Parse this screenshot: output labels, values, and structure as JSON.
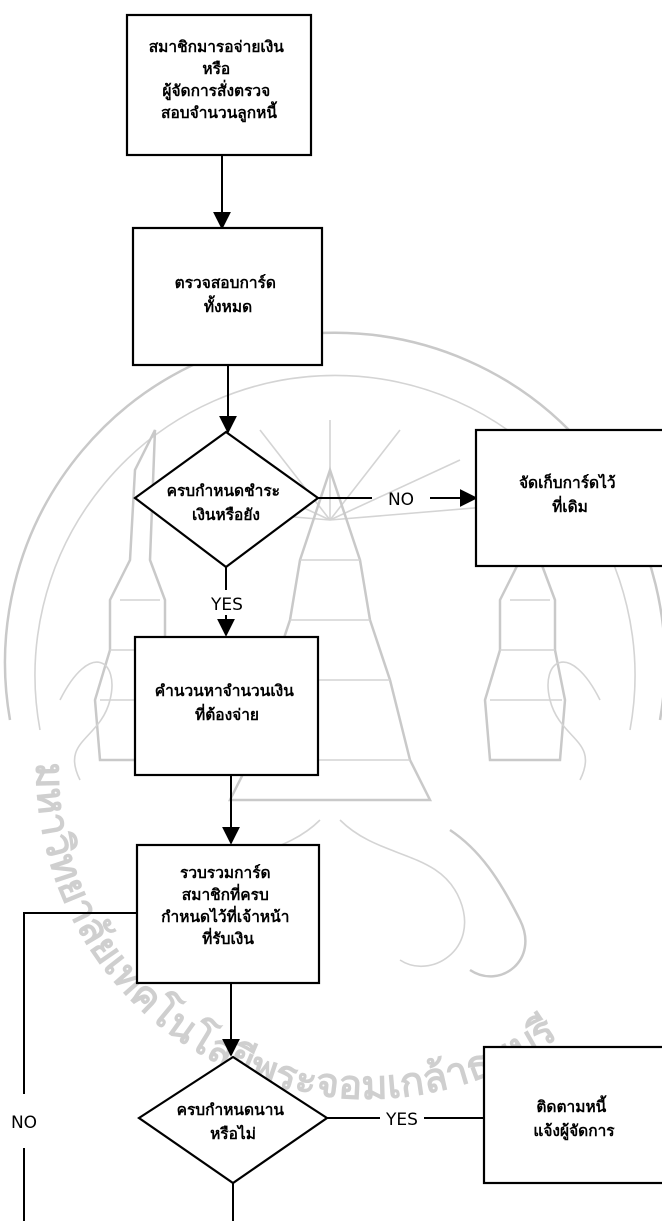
{
  "flowchart": {
    "start_box": [
      "สมาชิกมารอจ่ายเงิน",
      "หรือ",
      "ผู้จัดการสั่งตรวจ",
      "สอบจำนวนลูกหนี้"
    ],
    "check_cards": [
      "ตรวจสอบการ์ด",
      "ทั้งหมด"
    ],
    "decision_due": [
      "ครบกำหนดชำระ",
      "เงินหรือยัง"
    ],
    "store_card": [
      "จัดเก็บการ์ดไว้",
      "ที่เดิม"
    ],
    "calc_amount": [
      "คำนวนหาจำนวนเงิน",
      "ที่ต้องจ่าย"
    ],
    "collect_cards": [
      "รวบรวมการ์ด",
      "สมาชิกที่ครบ",
      "กำหนดไว้ที่เจ้าหน้า",
      "ที่รับเงิน"
    ],
    "decision_long": [
      "ครบกำหนดนาน",
      "หรือไม่"
    ],
    "follow_up": [
      "ติดตามหนี้",
      "แจ้งผู้จัดการ"
    ],
    "edge_no_1": "NO",
    "edge_yes_1": "YES",
    "edge_yes_2": "YES",
    "edge_no_2": "NO"
  },
  "watermark_text": "มหาวิทยาลัยเทคโนโลยีพระจอมเกล้าธนบุรี"
}
